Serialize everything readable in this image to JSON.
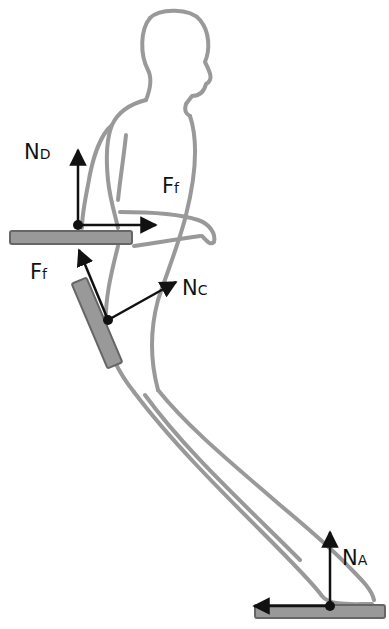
{
  "diagram": {
    "labels": [
      "ND",
      "Ff",
      "Ff",
      "NC",
      "NA"
    ]
  }
}
